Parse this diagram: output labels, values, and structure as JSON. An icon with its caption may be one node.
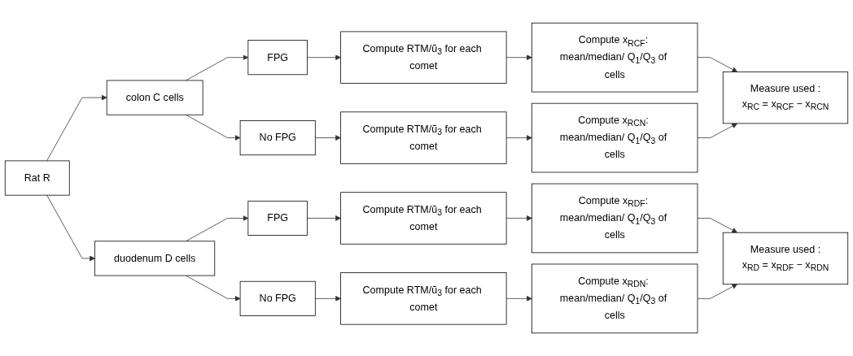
{
  "diagram": {
    "nodes": [
      {
        "text": [
          "Rat R"
        ]
      },
      {
        "text": [
          "colon C cells"
        ]
      },
      {
        "text": [
          "duodenum D cells"
        ]
      },
      {
        "text": [
          "FPG"
        ]
      },
      {
        "text": [
          "No FPG"
        ]
      },
      {
        "text": [
          "FPG"
        ]
      },
      {
        "text": [
          "No FPG"
        ]
      },
      {
        "text": [
          "Compute RTM/ũ$_{3}$ for each comet"
        ]
      },
      {
        "text": [
          "Compute RTM/ũ$_{3}$ for each comet"
        ]
      },
      {
        "text": [
          "Compute RTM/ũ$_{3}$ for each comet"
        ]
      },
      {
        "text": [
          "Compute RTM/ũ$_{3}$ for each comet"
        ]
      },
      {
        "text": [
          "Compute x$_{RCF}$: mean/median/ Q$_{1}$/Q$_{3}$ of cells"
        ]
      },
      {
        "text": [
          "Compute x$_{RCN}$: mean/median/ Q$_{1}$/Q$_{3}$ of cells"
        ]
      },
      {
        "text": [
          "Compute x$_{RDF}$: mean/median/ Q$_{1}$/Q$_{3}$ of cells"
        ]
      },
      {
        "text": [
          "Compute x$_{RDN}$: mean/median/ Q$_{1}$/Q$_{3}$ of cells"
        ]
      },
      {
        "text": [
          "Measure used :",
          "x$_{RC}$ = x$_{RCF}$ − x$_{RCN}$"
        ]
      },
      {
        "text": [
          "Measure used :",
          "x$_{RD}$ = x$_{RDF}$ − x$_{RDN}$"
        ]
      }
    ],
    "edges": [
      {
        "from": 0,
        "to": 1,
        "arrow": "to"
      },
      {
        "from": 0,
        "to": 2,
        "arrow": "to"
      },
      {
        "from": 1,
        "to": 3,
        "arrow": "to"
      },
      {
        "from": 1,
        "to": 4,
        "arrow": "to"
      },
      {
        "from": 2,
        "to": 5,
        "arrow": "to"
      },
      {
        "from": 2,
        "to": 6,
        "arrow": "to"
      },
      {
        "from": 3,
        "to": 7,
        "arrow": "to"
      },
      {
        "from": 4,
        "to": 8,
        "arrow": "to"
      },
      {
        "from": 5,
        "to": 9,
        "arrow": "to"
      },
      {
        "from": 6,
        "to": 10,
        "arrow": "to"
      },
      {
        "from": 7,
        "to": 11,
        "arrow": "to"
      },
      {
        "from": 8,
        "to": 12,
        "arrow": "to"
      },
      {
        "from": 9,
        "to": 13,
        "arrow": "to"
      },
      {
        "from": 10,
        "to": 14,
        "arrow": "to"
      },
      {
        "from": 11,
        "to": 15,
        "arrow": "to"
      },
      {
        "from": 12,
        "to": 15,
        "arrow": "to"
      },
      {
        "from": 13,
        "to": 16,
        "arrow": "to"
      },
      {
        "from": 14,
        "to": 16,
        "arrow": "to"
      }
    ]
  }
}
